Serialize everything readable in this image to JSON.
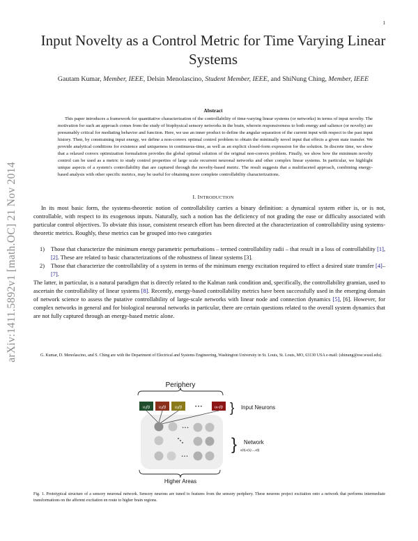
{
  "page_number": "1",
  "arxiv_stamp": "arXiv:1411.5892v1 [math.OC] 21 Nov 2014",
  "title": "Input Novelty as a Control Metric for Time Varying Linear Systems",
  "authors": [
    {
      "name": "Gautam Kumar",
      "role": "Member, IEEE",
      "sep": ", "
    },
    {
      "name": "Delsin Menolascino",
      "role": "Student Member, IEEE",
      "sep": ", and "
    },
    {
      "name": "ShiNung Ching",
      "role": "Member, IEEE",
      "sep": ""
    }
  ],
  "abstract": {
    "heading": "Abstract",
    "text": "This paper introduces a framework for quantitative characterization of the controllability of time-varying linear systems (or networks) in terms of input novelty. The motivation for such an approach comes from the study of biophysical sensory networks in the brain, wherein responsiveness to both energy and salience (or novelty) are presumably critical for mediating behavior and function. Here, we use an inner product to define the angular separation of the current input with respect to the past input history. Then, by constraining input energy, we define a non-convex optimal control problem to obtain the minimally novel input that effects a given state transfer. We provide analytical conditions for existence and uniqueness in continuous-time, as well as an explicit closed-form expression for the solution. In discrete time, we show that a relaxed convex optimization formulation provides the global optimal solution of the original non-convex problem. Finally, we show how the minimum novelty control can be used as a metric to study control properties of large scale recurrent neuronal networks and other complex linear systems. In particular, we highlight unique aspects of a system's controllability that are captured through the novelty-based metric. The result suggests that a multifaceted approach, combining energy-based analysis with other specific metrics, may be useful for obtaining more complete controllability characterizations."
  },
  "section": {
    "number": "I.",
    "title_first": "I",
    "title_rest": "NTRODUCTION"
  },
  "intro_para_1": "In its most basic form, the systems-theoretic notion of controllability carries a binary definition: a dynamical system either is, or is not, controllable, with respect to its exogenous inputs. Naturally, such a notion has the deficiency of not grading the ease or difficulty associated with particular control objectives. To obviate this issue, consistent research effort has been directed at the characterization of controllability using systems-theoretic metrics. Roughly, these metrics can be grouped into two categories",
  "list_items": [
    {
      "num": "1)",
      "before": "Those that characterize the minimum energy parametric perturbations – termed controllability radii – that result in a loss of controllability ",
      "cite1": "[1]",
      "mid": ", ",
      "cite2": "[2]",
      "after": ". These are related to basic characterizations of the robustness of linear systems [3]."
    },
    {
      "num": "2)",
      "before": "Those that characterize the controllability of a system in terms of the minimum energy excitation required to effect a desired state transfer ",
      "cite1": "[4]",
      "mid": "–",
      "cite2": "[7]",
      "after": "."
    }
  ],
  "intro_para_2": {
    "p1": "The latter, in particular, is a natural paradigm that is directly related to the Kalman rank condition and, specifically, the controllability gramian, used to ascertain the controllability of linear systems ",
    "c1": "[8]",
    "p2": ". Recently, energy-based controllability metrics have been successfully used in the emerging domain of network science to assess the putative controllability of large-scale networks with linear node and connection dynamics ",
    "c2": "[5]",
    "p3": ", [6]. However, for complex networks in general and for biological neuronal networks in particular, there are certain questions related to the overall system dynamics that are not fully captured through an energy-based metric alone."
  },
  "footnote": "G. Kumar, D. Menolascino, and S. Ching are with the Department of Electrical and Systems Engineering, Washington University in St. Louis, St. Louis, MO, 63130 USA e-mail: (shinung@ese.wustl.edu).",
  "figure": {
    "periphery_label": "Periphery",
    "input_neurons_label": "Input Neurons",
    "network_label": "Network",
    "network_sublabel": "x(0),x(1),...,x(t)",
    "higher_areas_label": "Higher Areas",
    "input_labels": [
      "u₁(t)",
      "u₂(t)",
      "u₃(t)",
      "uₘ(t)"
    ],
    "input_colors": [
      "#1f4d2b",
      "#8a2f1c",
      "#8a7a1a",
      "#8c1414"
    ],
    "ellipsis": "• • •",
    "network_fill": "#eeeeee",
    "brace": "}"
  },
  "caption": "Fig. 1.   Prototypical structure of a sensory neuronal network. Sensory neurons are tuned to features from the sensory periphery. These neurons project excitation onto a network that performs intermediate transformations on the afferent excitation en route to higher brain regions."
}
